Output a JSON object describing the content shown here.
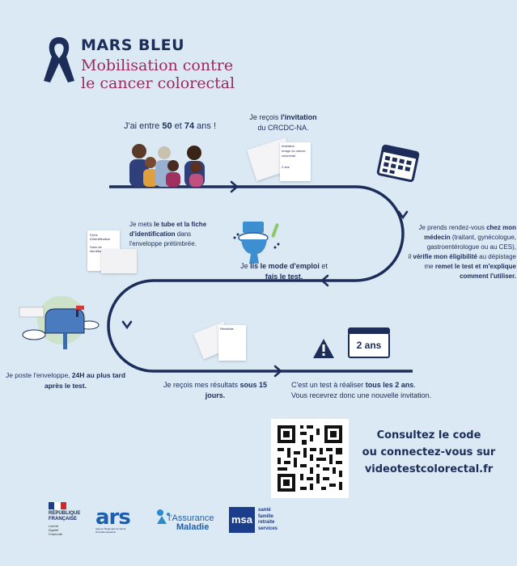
{
  "header": {
    "title": "MARS BLEU",
    "subtitle_line1": "Mobilisation contre",
    "subtitle_line2": "le cancer colorectal"
  },
  "steps": {
    "age": {
      "pre": "J'ai entre ",
      "a": "50",
      "mid": " et ",
      "b": "74",
      "post": " ans !"
    },
    "invitation": {
      "pre": "Je reçois ",
      "bold": "l'invitation",
      "post": "du CRCDC-NA."
    },
    "doctor": {
      "l1": "Je prends rendez-vous ",
      "l1b": "chez mon",
      "l2b": "médecin",
      "l2": " (traitant, gynécologue,",
      "l3": "gastroentérologue ou au CES),",
      "l4": "il ",
      "l4b": "vérifie mon éligibilité",
      "l4c": " au dépistage",
      "l5": "me ",
      "l5b": "remet le test et m'explique",
      "l6b": "comment l'utiliser."
    },
    "tube": {
      "l1": "Je mets ",
      "l1b": "le tube et la fiche",
      "l2b": "d'identification",
      "l2": " dans",
      "l3": "l'enveloppe prétimbrée."
    },
    "test": {
      "l1": "Je ",
      "l1b": "lis le mode d'emploi",
      "l1c": " et",
      "l2b": "fais le test."
    },
    "post": {
      "l1": "Je poste l'enveloppe, ",
      "l1b": "24H au plus tard",
      "l2b": "après le test."
    },
    "results": {
      "l1": "Je reçois mes résultats ",
      "l1b": "sous 15",
      "l2b": "jours."
    },
    "every2": {
      "l1": "C'est un test à réaliser ",
      "l1b": "tous les 2 ans",
      "l1c": ".",
      "l2": "Vous recevrez donc une nouvelle invitation."
    }
  },
  "mini_docs": {
    "invitation_doc": [
      "Invitation",
      "Image du cancer",
      "colorectal",
      "2 ans"
    ],
    "id_doc": [
      "Fiche",
      "d'identification",
      "Sans de",
      "identifiant"
    ],
    "results_doc": "Résultats"
  },
  "badge_2ans": "2 ans",
  "cta": {
    "l1": "Consultez le code",
    "l2": "ou connectez-vous sur",
    "l3": "videotestcolorectal.fr"
  },
  "logos": {
    "rf": [
      "RÉPUBLIQUE",
      "FRANÇAISE"
    ],
    "rf_motto": [
      "Liberté",
      "Égalité",
      "Fraternité"
    ],
    "ars": "ars",
    "ars_sub": "Agence Régionale de Santé Nouvelle-Aquitaine",
    "assurance": [
      "l'Assurance",
      "Maladie"
    ],
    "msa": "msa",
    "msa_lines": [
      "santé",
      "famille",
      "retraite",
      "services"
    ]
  },
  "colors": {
    "navy": "#1c2d5a",
    "maroon": "#9c2a5e",
    "background": "#dbe9f4"
  },
  "icons": [
    "ribbon-icon",
    "calendar-icon",
    "toilet-icon",
    "mailbox-icon",
    "warning-icon",
    "qr-code-icon"
  ]
}
